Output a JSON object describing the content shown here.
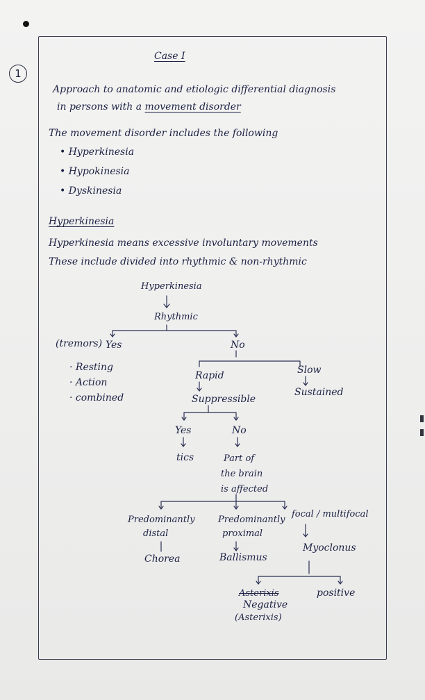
{
  "page_number": "1",
  "title": "Case I",
  "intro": {
    "line1": "Approach to anatomic and etiologic differential diagnosis",
    "line2_pre": "in persons with a",
    "line2_link": "movement disorder"
  },
  "categories": {
    "heading": "The movement disorder includes the following",
    "items": [
      "Hyperkinesia",
      "Hypokinesia",
      "Dyskinesia"
    ]
  },
  "hyperkinesia": {
    "heading": "Hyperkinesia",
    "line1": "Hyperkinesia means excessive involuntary movements",
    "line2": "These include divided into rhythmic & non-rhythmic"
  },
  "tree": {
    "root": "Hyperkinesia",
    "rhythmic": "Rhythmic",
    "tremors": "(tremors)",
    "yes": "Yes",
    "no": "No",
    "tremor_types": [
      "Resting",
      "Action",
      "combined"
    ],
    "rapid": "Rapid",
    "slow": "Slow",
    "suppressible": "Suppressible",
    "sustained": "Sustained",
    "yes2": "Yes",
    "no2": "No",
    "tics": "tics",
    "part_line1": "Part of",
    "part_line2": "the brain",
    "part_line3": "is affected",
    "distal_line1": "Predominantly",
    "distal_line2": "distal",
    "proximal_line1": "Predominantly",
    "proximal_line2": "proximal",
    "focal": "focal / multifocal",
    "chorea": "Chorea",
    "ballismus": "Ballismus",
    "myoclonus": "Myoclonus",
    "negative_strike": "Asterixis",
    "negative": "Negative",
    "asterixis": "(Asterixis)",
    "positive": "positive"
  }
}
